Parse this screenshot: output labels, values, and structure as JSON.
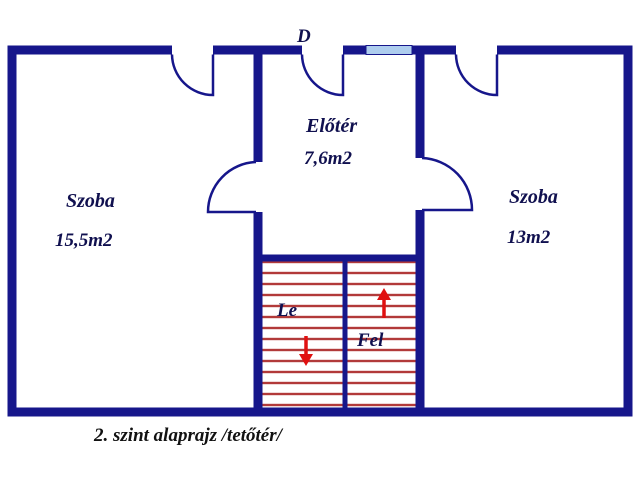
{
  "caption": "2. szint alaprajz /tetőtér/",
  "door_label": "D",
  "rooms": {
    "left": {
      "name": "Szoba",
      "area": "15,5m2"
    },
    "hall": {
      "name": "Előtér",
      "area": "7,6m2"
    },
    "right": {
      "name": "Szoba",
      "area": "13m2"
    }
  },
  "stairs": {
    "down_label": "Le",
    "up_label": "Fel"
  },
  "colors": {
    "wall": "#16168b",
    "tread": "#b23a3a",
    "arrow": "#e01010",
    "window": "#aecdee",
    "text": "#10104f",
    "caption": "#111111"
  }
}
